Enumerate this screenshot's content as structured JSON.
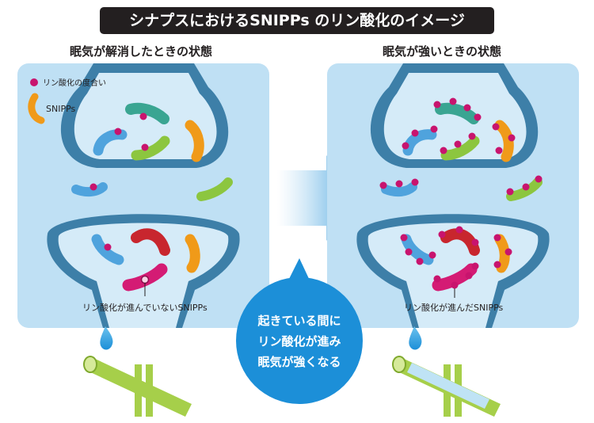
{
  "title": "シナプスにおけるSNIPPs のリン酸化のイメージ",
  "left_panel": {
    "caption": "眠気が解消したときの状態",
    "legend_phospho": "リン酸化の度合い",
    "legend_snipps": "SNIPPs",
    "annotation": "リン酸化が進んでいないSNIPPs"
  },
  "right_panel": {
    "caption": "眠気が強いときの状態",
    "annotation": "リン酸化が進んだSNIPPs"
  },
  "bubble": {
    "line1": "起きている間に",
    "line2": "リン酸化が進み",
    "line3": "眠気が強くなる"
  },
  "colors": {
    "panel": "#bfe0f4",
    "membrane": "#3d7fa8",
    "vesicle": "#d5ebf8",
    "bubble": "#1c8fd8",
    "phospho_dot": "#c8146e",
    "snipps": "#f09a19",
    "teal": "#3aa592",
    "blue": "#4fa3dd",
    "green": "#8cc63f",
    "red": "#c8262e",
    "magenta": "#d41b74",
    "stem": "#a6cf4a"
  }
}
